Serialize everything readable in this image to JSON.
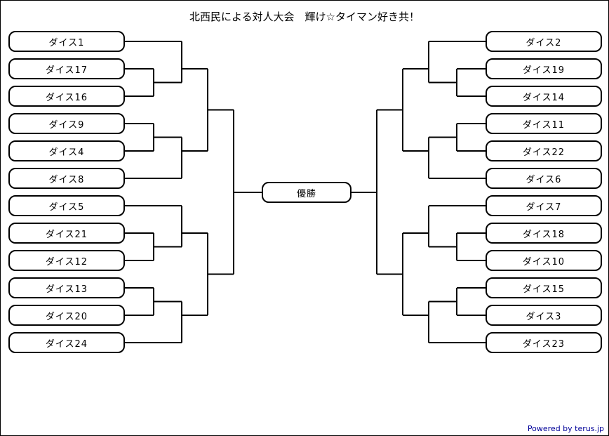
{
  "title": "北西民による対人大会　輝け☆タイマン好き共！",
  "champion_label": "優勝",
  "footer": {
    "powered_by": "Powered by terus.jp"
  },
  "colors": {
    "line": "#000000",
    "box_border": "#000000",
    "box_fill": "#ffffff",
    "background": "#ffffff",
    "footer_text": "#000099"
  },
  "bracket": {
    "left": [
      "ダイス1",
      "ダイス17",
      "ダイス16",
      "ダイス9",
      "ダイス4",
      "ダイス8",
      "ダイス5",
      "ダイス21",
      "ダイス12",
      "ダイス13",
      "ダイス20",
      "ダイス24"
    ],
    "right": [
      "ダイス2",
      "ダイス19",
      "ダイス14",
      "ダイス11",
      "ダイス22",
      "ダイス6",
      "ダイス7",
      "ダイス18",
      "ダイス10",
      "ダイス15",
      "ダイス3",
      "ダイス23"
    ]
  }
}
